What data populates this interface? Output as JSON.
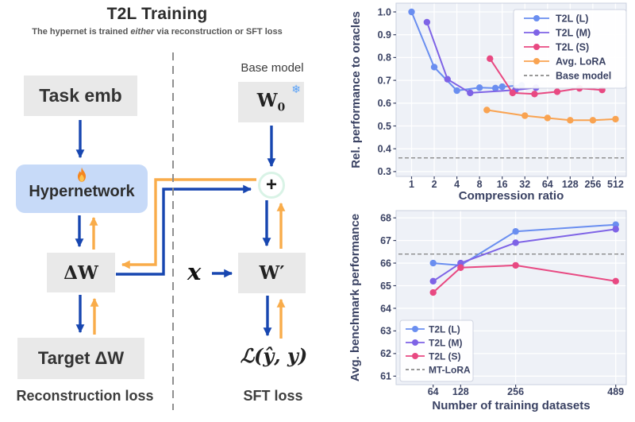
{
  "diagram": {
    "title": "T2L Training",
    "subtitle": {
      "pre": "The hypernet is trained ",
      "em": "either",
      "post": " via reconstruction or SFT loss"
    },
    "base_model_label": "Base model",
    "left_column_label": "Reconstruction loss",
    "right_column_label": "SFT loss",
    "nodes": {
      "task_emb": "Task emb",
      "hypernetwork": "Hypernetwork",
      "delta_w": "ΔW",
      "target_delta_w": "Target ΔW",
      "w0_main": "W",
      "w0_sub": "0",
      "w_prime": "W′",
      "x_input": "x",
      "plus": "+",
      "loss": "ℒ(ŷ, y)"
    },
    "icons": {
      "fire": "fire-icon",
      "snowflake_char": "❄"
    },
    "colors": {
      "forward_arrow": "#1746b0",
      "backward_arrow": "#f9ac4a",
      "box_bg": "#e9e9e9",
      "hypernetwork_bg": "#c7daf8",
      "plus_ring": "#d9f3e6",
      "divider": "#8f8f8f"
    }
  },
  "chart_data": [
    {
      "type": "line",
      "title": "",
      "xlabel": "Compression ratio",
      "ylabel": "Rel. performance to oracles",
      "xscale": "log2",
      "xticks": [
        1,
        2,
        4,
        8,
        16,
        32,
        64,
        128,
        256,
        512
      ],
      "yticks": [
        0.3,
        0.4,
        0.5,
        0.6,
        0.7,
        0.8,
        0.9,
        1.0
      ],
      "xlim": [
        0.63,
        730
      ],
      "ylim": [
        0.28,
        1.04
      ],
      "grid": true,
      "legend_position": "upper right",
      "series": [
        {
          "name": "T2L (L)",
          "color": "#6a8ef0",
          "x": [
            1,
            2,
            4,
            8,
            13,
            16,
            29
          ],
          "y": [
            1.0,
            0.758,
            0.655,
            0.668,
            0.666,
            0.672,
            0.678
          ]
        },
        {
          "name": "T2L (M)",
          "color": "#7e63e6",
          "x": [
            1.6,
            3,
            6,
            24,
            45
          ],
          "y": [
            0.955,
            0.705,
            0.645,
            0.658,
            0.668
          ]
        },
        {
          "name": "T2L (S)",
          "color": "#e84982",
          "x": [
            11,
            22,
            43,
            86,
            170,
            340
          ],
          "y": [
            0.795,
            0.645,
            0.64,
            0.65,
            0.665,
            0.658
          ]
        },
        {
          "name": "Avg. LoRA",
          "color": "#f9a351",
          "x": [
            10,
            32,
            64,
            128,
            256,
            512
          ],
          "y": [
            0.57,
            0.545,
            0.535,
            0.525,
            0.525,
            0.53
          ]
        }
      ],
      "hline": {
        "name": "Base model",
        "value": 0.36,
        "color": "#8a8a8a",
        "style": "dashed"
      }
    },
    {
      "type": "line",
      "title": "",
      "xlabel": "Number of training datasets",
      "ylabel": "Avg. benchmark performance",
      "xscale": "linear",
      "xticks": [
        64,
        128,
        256,
        489
      ],
      "yticks": [
        61,
        62,
        63,
        64,
        65,
        66,
        67,
        68
      ],
      "xlim": [
        -22,
        520
      ],
      "ylim": [
        60.6,
        68.3
      ],
      "grid": true,
      "legend_position": "lower left",
      "series": [
        {
          "name": "T2L (L)",
          "color": "#6a8ef0",
          "x": [
            64,
            128,
            256,
            489
          ],
          "y": [
            66.0,
            65.9,
            67.4,
            67.7
          ]
        },
        {
          "name": "T2L (M)",
          "color": "#7e63e6",
          "x": [
            64,
            128,
            256,
            489
          ],
          "y": [
            65.2,
            66.0,
            66.9,
            67.5
          ]
        },
        {
          "name": "T2L (S)",
          "color": "#e84982",
          "x": [
            64,
            128,
            256,
            489
          ],
          "y": [
            64.7,
            65.8,
            65.9,
            65.2
          ]
        }
      ],
      "hline": {
        "name": "MT-LoRA",
        "value": 66.4,
        "color": "#8a8a8a",
        "style": "dashed"
      }
    }
  ]
}
